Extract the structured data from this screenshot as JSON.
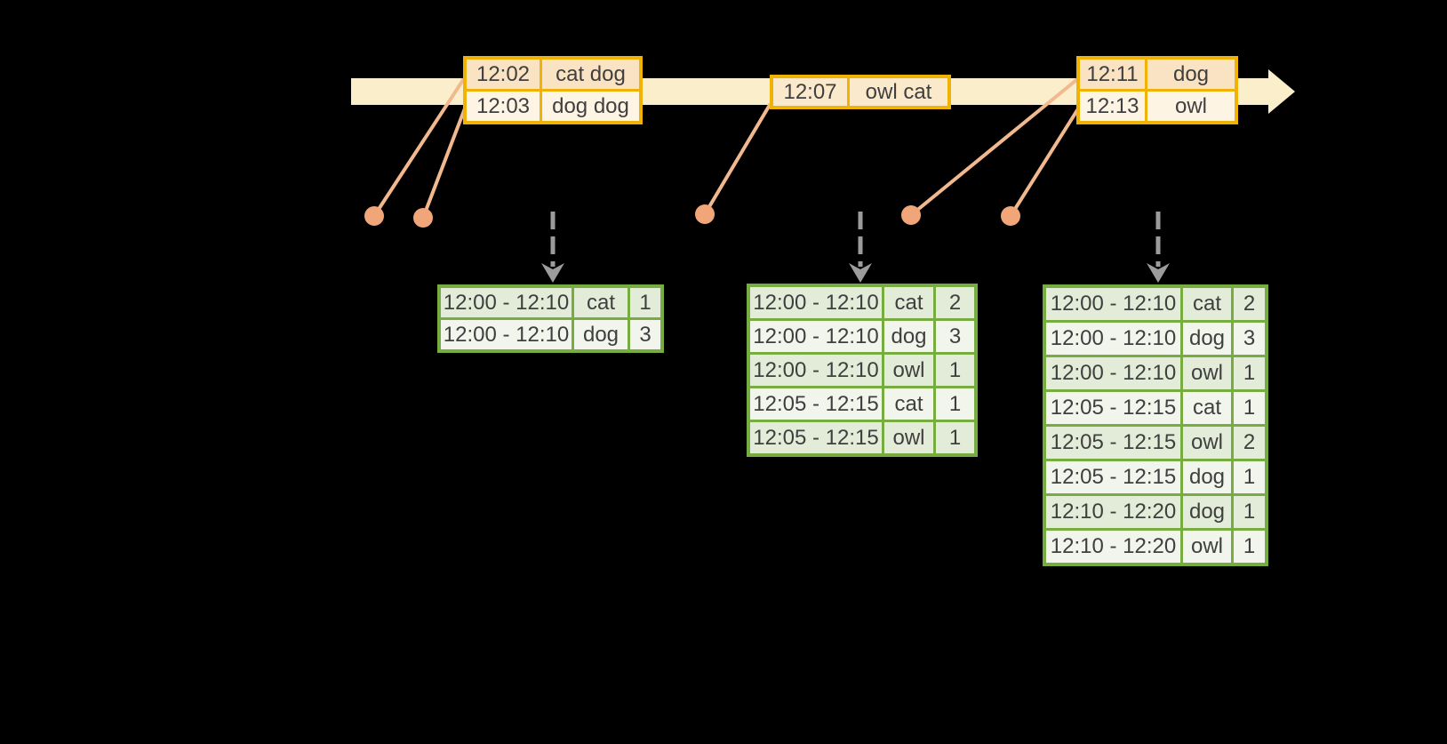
{
  "colors": {
    "background": "#000000",
    "timeline": "#FBEFCB",
    "event_table_border": "#F0B204",
    "event_row_dark": "#FAE3C3",
    "event_row_light": "#FDF4E4",
    "event_row_single": "#FBE9CB",
    "result_table_border": "#77AD40",
    "result_row_dark": "#E3ECD9",
    "result_row_light": "#F1F5EC",
    "connector": "#F2B88E",
    "dot": "#F0A678",
    "dashed_arrow": "#9C9C9C",
    "text": "#3F3F3F"
  },
  "event_stream": {
    "batches": [
      {
        "rows": [
          {
            "time": "12:02",
            "words": "cat dog"
          },
          {
            "time": "12:03",
            "words": "dog dog"
          }
        ]
      },
      {
        "rows": [
          {
            "time": "12:07",
            "words": "owl cat"
          }
        ]
      },
      {
        "rows": [
          {
            "time": "12:11",
            "words": "dog"
          },
          {
            "time": "12:13",
            "words": "owl"
          }
        ]
      }
    ]
  },
  "result_tables": [
    {
      "rows": [
        {
          "window": "12:00 - 12:10",
          "word": "cat",
          "count": 1
        },
        {
          "window": "12:00 - 12:10",
          "word": "dog",
          "count": 3
        }
      ]
    },
    {
      "rows": [
        {
          "window": "12:00 - 12:10",
          "word": "cat",
          "count": 2
        },
        {
          "window": "12:00 - 12:10",
          "word": "dog",
          "count": 3
        },
        {
          "window": "12:00 - 12:10",
          "word": "owl",
          "count": 1
        },
        {
          "window": "12:05 - 12:15",
          "word": "cat",
          "count": 1
        },
        {
          "window": "12:05 - 12:15",
          "word": "owl",
          "count": 1
        }
      ]
    },
    {
      "rows": [
        {
          "window": "12:00 - 12:10",
          "word": "cat",
          "count": 2
        },
        {
          "window": "12:00 - 12:10",
          "word": "dog",
          "count": 3
        },
        {
          "window": "12:00 - 12:10",
          "word": "owl",
          "count": 1
        },
        {
          "window": "12:05 - 12:15",
          "word": "cat",
          "count": 1
        },
        {
          "window": "12:05 - 12:15",
          "word": "owl",
          "count": 2
        },
        {
          "window": "12:05 - 12:15",
          "word": "dog",
          "count": 1
        },
        {
          "window": "12:10 - 12:20",
          "word": "dog",
          "count": 1
        },
        {
          "window": "12:10 - 12:20",
          "word": "owl",
          "count": 1
        }
      ]
    }
  ]
}
